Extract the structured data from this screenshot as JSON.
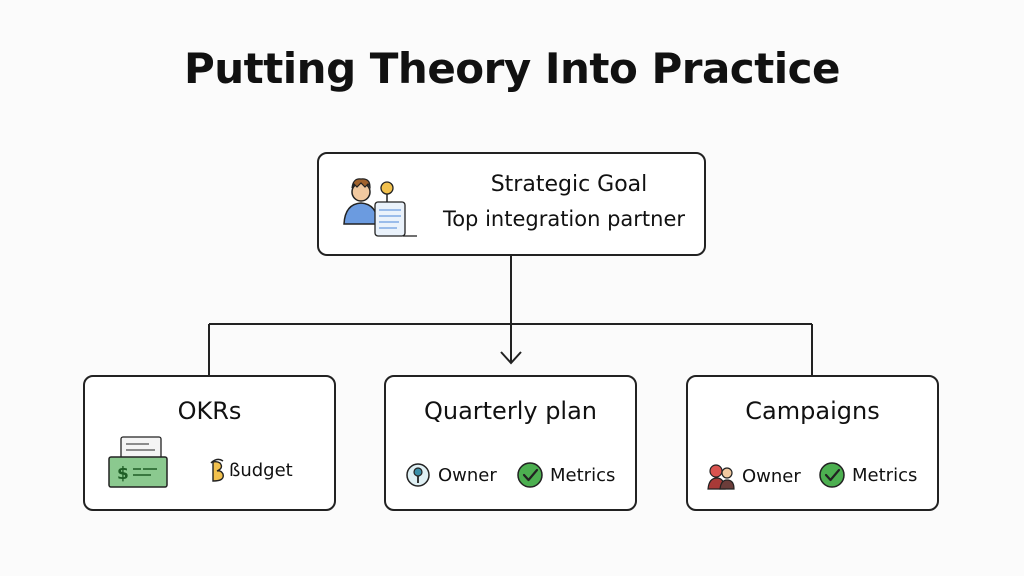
{
  "title": "Putting Theory Into Practice",
  "goal": {
    "heading": "Strategic Goal",
    "text": "Top integration partner",
    "illustration": "person-with-document-illustration"
  },
  "children": [
    {
      "title": "OKRs",
      "items": [
        {
          "label": "",
          "icon": "money-check-icon"
        },
        {
          "label": "ßudget",
          "icon": "budget-icon"
        }
      ]
    },
    {
      "title": "Quarterly plan",
      "items": [
        {
          "label": "Owner",
          "icon": "owner-icon"
        },
        {
          "label": "Metrics",
          "icon": "check-circle-icon"
        }
      ]
    },
    {
      "title": "Campaigns",
      "items": [
        {
          "label": "Owner",
          "icon": "people-icon"
        },
        {
          "label": "Metrics",
          "icon": "check-circle-icon"
        }
      ]
    }
  ],
  "colors": {
    "outline": "#222222",
    "check_green": "#4caf50",
    "money_green": "#8bc98f",
    "person_blue": "#6b9be0",
    "accent_yellow": "#f2c14e",
    "owner_teal": "#3a8fa8",
    "people_red": "#d9534f"
  }
}
